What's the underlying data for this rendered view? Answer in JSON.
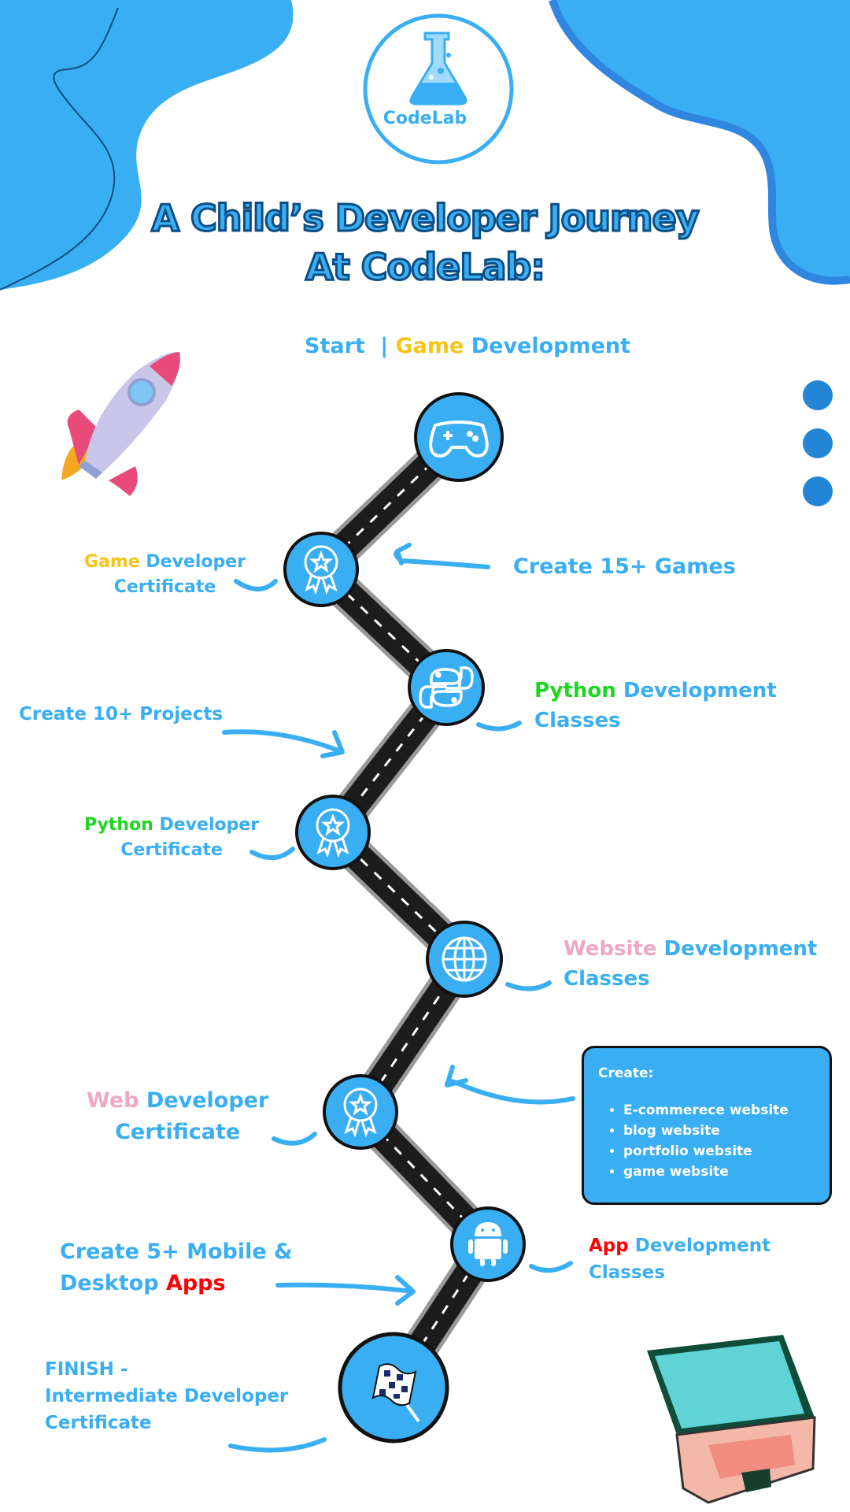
{
  "brand": {
    "name": "CodeLab"
  },
  "title": {
    "line1": "A Child’s Developer Journey",
    "line2": "At CodeLab:"
  },
  "start": {
    "prefix": "Start",
    "separator": "|",
    "highlight": "Game",
    "rest": "Development"
  },
  "labels": {
    "game_cert": {
      "highlight": "Game",
      "line1_rest": "Developer",
      "line2": "Certificate"
    },
    "create_games": "Create 15+ Games",
    "python_classes": {
      "highlight": "Python",
      "line1_rest": "Development",
      "line2": "Classes"
    },
    "create_projects": "Create 10+ Projects",
    "python_cert": {
      "highlight": "Python",
      "line1_rest": "Developer",
      "line2": "Certificate"
    },
    "website_classes": {
      "highlight": "Website",
      "line1_rest": "Development",
      "line2": "Classes"
    },
    "web_cert": {
      "highlight": "Web",
      "line1_rest": "Developer",
      "line2": "Certificate"
    },
    "create_apps": {
      "line1": "Create 5+ Mobile &",
      "line2_prefix": "Desktop",
      "line2_highlight": "Apps"
    },
    "app_classes": {
      "highlight": "App",
      "line1_rest": "Development",
      "line2": "Classes"
    },
    "finish": {
      "line1": "FINISH -",
      "line2": "Intermediate Developer",
      "line3": "Certificate"
    }
  },
  "create_box": {
    "heading": "Create:",
    "items": [
      "E-commerece website",
      "blog website",
      "portfolio website",
      "game website"
    ]
  },
  "colors": {
    "primary": "#3aaef2",
    "dark_blue": "#0d4d83",
    "game": "#f5c518",
    "python": "#1fd61f",
    "web": "#f0a7c6",
    "app": "#ff0000",
    "road": "#1c1c1c"
  },
  "icons": [
    "flask-icon",
    "gamepad-icon",
    "certificate-icon",
    "python-icon",
    "globe-icon",
    "android-icon",
    "checkered-flag-icon",
    "rocket-icon",
    "laptop-icon"
  ]
}
